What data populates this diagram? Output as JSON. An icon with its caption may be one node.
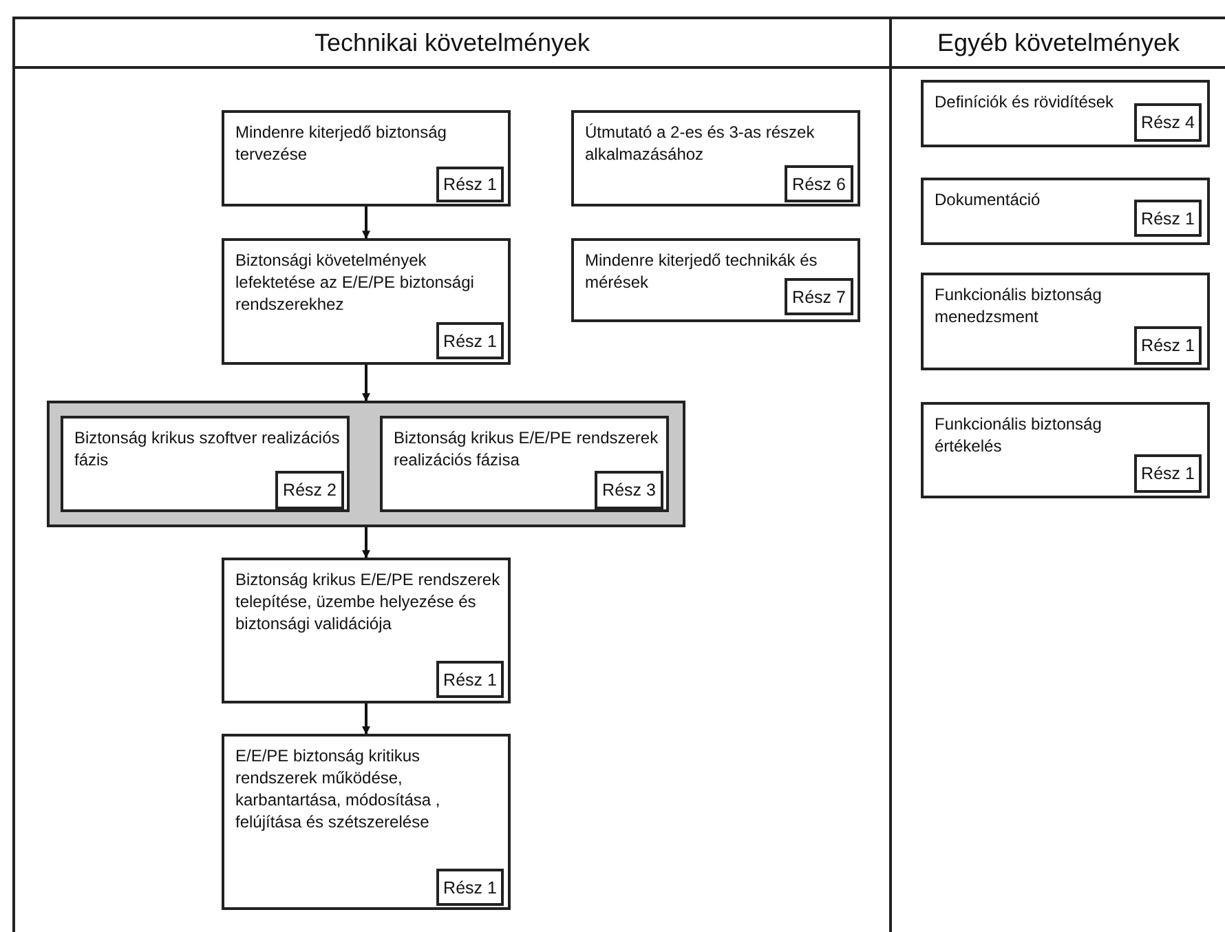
{
  "diagram": {
    "nodes": [
      {
        "text": [
          "Technikai követelmények"
        ]
      },
      {
        "text": [
          "Mindenre kiterjedő biztonság tervezése"
        ],
        "in": 0
      },
      {
        "text": [
          "Rész 1"
        ],
        "in": 1
      },
      {
        "text": [
          "Útmutató a 2-es és 3-as részek alkalmazásához"
        ],
        "in": 0
      },
      {
        "text": [
          "Rész 6"
        ],
        "in": 3
      },
      {
        "text": [
          "Biztonsági követelmények lefektetése az E/E/PE biztonsági rendszerekhez"
        ],
        "in": 0
      },
      {
        "text": [
          "Rész 1"
        ],
        "in": 5
      },
      {
        "text": [
          "Mindenre kiterjedő technikák és mérések"
        ],
        "in": 0
      },
      {
        "text": [
          "Rész 7"
        ],
        "in": 7
      },
      {
        "text": [],
        "shape": "box",
        "in": 0
      },
      {
        "text": [
          "Biztonság krikus szoftver realizációs fázis"
        ],
        "in": 9
      },
      {
        "text": [
          "Rész 2"
        ],
        "in": 10
      },
      {
        "text": [
          "Biztonság krikus E/E/PE rendszerek realizációs fázisa"
        ],
        "in": 9
      },
      {
        "text": [
          "Rész 3"
        ],
        "in": 12
      },
      {
        "text": [
          "Biztonság krikus E/E/PE rendszerek telepítése, üzembe helyezése és biztonsági validációja"
        ],
        "in": 0
      },
      {
        "text": [
          "Rész 1"
        ],
        "in": 14
      },
      {
        "text": [
          "E/E/PE biztonság kritikus rendszerek működése, karbantartása, módosítása , felújítása és szétszerelése"
        ],
        "in": 0
      },
      {
        "text": [
          "Rész 1"
        ],
        "in": 16
      },
      {
        "text": [
          "Egyéb követelmények"
        ]
      },
      {
        "text": [
          "Definíciók és rövidítések"
        ],
        "in": 18
      },
      {
        "text": [
          "Rész 4"
        ],
        "in": 19
      },
      {
        "text": [
          "Dokumentáció"
        ],
        "in": 18
      },
      {
        "text": [
          "Rész 1"
        ],
        "in": 21
      },
      {
        "text": [
          "Funkcionális biztonság menedzsment"
        ],
        "in": 18
      },
      {
        "text": [
          "Rész 1"
        ],
        "in": 23
      },
      {
        "text": [
          "Funkcionális biztonság értékelés"
        ],
        "in": 18
      },
      {
        "text": [
          "Rész 1"
        ],
        "in": 25
      }
    ],
    "edges": [
      {
        "from": 1,
        "to": 5,
        "arrow": "to"
      },
      {
        "from": 5,
        "to": 9,
        "arrow": "to"
      },
      {
        "from": 9,
        "to": 14,
        "arrow": "to"
      },
      {
        "from": 14,
        "to": 16,
        "arrow": "to"
      }
    ]
  }
}
